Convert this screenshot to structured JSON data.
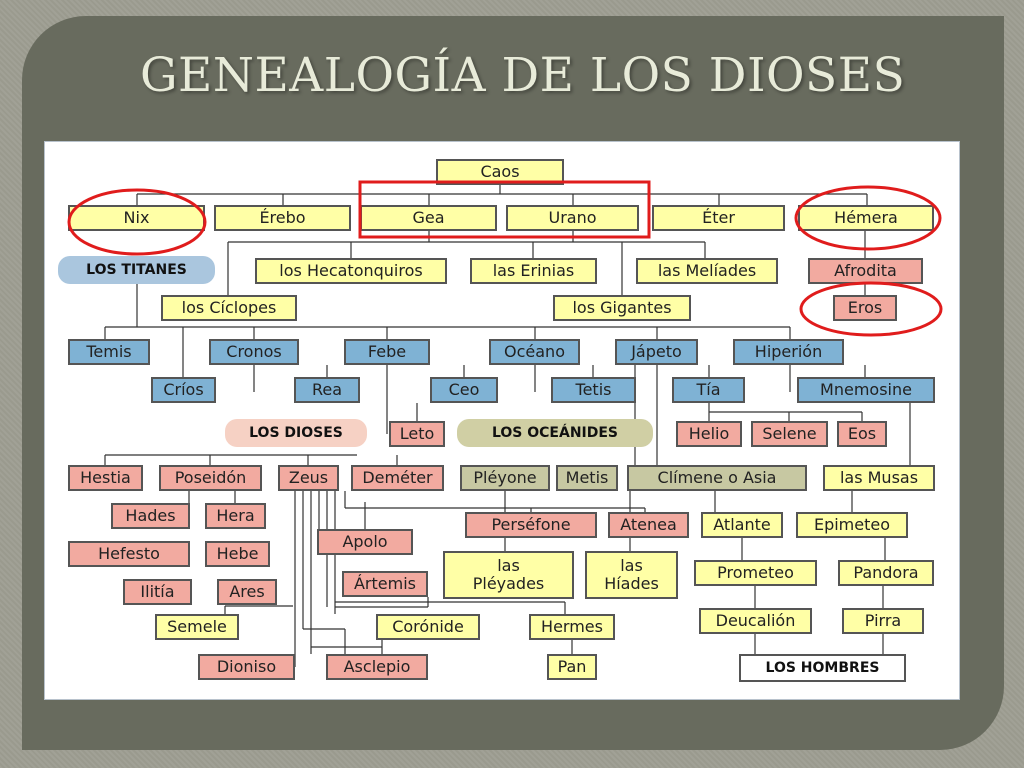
{
  "title": "GENEALOGÍA DE LOS DIOSES",
  "colors": {
    "yellow": "#ffffa6",
    "blue": "#7fb2d4",
    "pink": "#f2aaa0",
    "green": "#c7c8a2",
    "highlight": "#e01c1c"
  },
  "nodes": {
    "caos": "Caos",
    "nix": "Nix",
    "erebo": "Érebo",
    "gea": "Gea",
    "urano": "Urano",
    "eter": "Éter",
    "hemera": "Hémera",
    "hecatonquiros": "los Hecatonquiros",
    "erinias": "las Erinias",
    "meliades": "las Melíades",
    "afrodita": "Afrodita",
    "ciclopes": "los Cíclopes",
    "gigantes": "los Gigantes",
    "eros": "Eros",
    "temis": "Temis",
    "cronos": "Cronos",
    "febe": "Febe",
    "oceano": "Océano",
    "japeto": "Jápeto",
    "hiperion": "Hiperión",
    "crios": "Críos",
    "rea": "Rea",
    "ceo": "Ceo",
    "tetis": "Tetis",
    "tia": "Tía",
    "mnemosine": "Mnemosine",
    "leto": "Leto",
    "helio": "Helio",
    "selene": "Selene",
    "eos": "Eos",
    "hestia": "Hestia",
    "poseidon": "Poseidón",
    "zeus": "Zeus",
    "demeter": "Deméter",
    "pleyone": "Pléyone",
    "metis": "Metis",
    "climene": "Clímene o Asia",
    "musas": "las Musas",
    "hades": "Hades",
    "hera": "Hera",
    "persefone": "Perséfone",
    "atenea": "Atenea",
    "atlante": "Atlante",
    "epimeteo": "Epimeteo",
    "hefesto": "Hefesto",
    "hebe": "Hebe",
    "apolo": "Apolo",
    "pleyades": "las\nPléyades",
    "hiades": "las\nHíades",
    "prometeo": "Prometeo",
    "pandora": "Pandora",
    "ilitia": "Ilitía",
    "ares": "Ares",
    "artemis": "Ártemis",
    "semele": "Semele",
    "coronide": "Corónide",
    "hermes": "Hermes",
    "deucalion": "Deucalión",
    "pirra": "Pirra",
    "dioniso": "Dioniso",
    "asclepio": "Asclepio",
    "pan": "Pan"
  },
  "labels": {
    "titanes": "LOS TITANES",
    "dioses": "LOS DIOSES",
    "oceanides": "LOS OCEÁNIDES",
    "hombres": "LOS HOMBRES"
  }
}
